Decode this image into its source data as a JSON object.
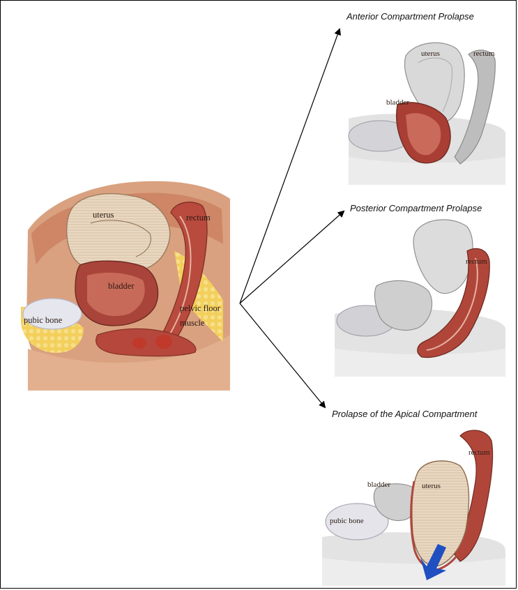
{
  "captions": {
    "anterior": "Anterior Compartment Prolapse",
    "posterior": "Posterior Compartment Prolapse",
    "apical": "Prolapse of the Apical Compartment"
  },
  "main": {
    "uterus": "uterus",
    "rectum": "rectum",
    "bladder": "bladder",
    "pubic_bone": "pubic bone",
    "pelvic_floor_1": "pelvic floor",
    "pelvic_floor_2": "muscle"
  },
  "anterior": {
    "uterus": "uterus",
    "rectum": "rectum",
    "bladder": "bladder"
  },
  "posterior": {
    "rectum": "rectum"
  },
  "apical": {
    "rectum": "rectum",
    "bladder": "bladder",
    "uterus": "uterus",
    "pubic_bone": "pubic bone"
  },
  "colors": {
    "tissue": "#c98a6b",
    "muscle": "#b4463a",
    "uterus_fill": "#e8d7c0",
    "fat": "#f1c94a",
    "bone": "#e4e4ea",
    "gray": "#cfcfcf",
    "arrow_blue": "#1f4fc0"
  }
}
